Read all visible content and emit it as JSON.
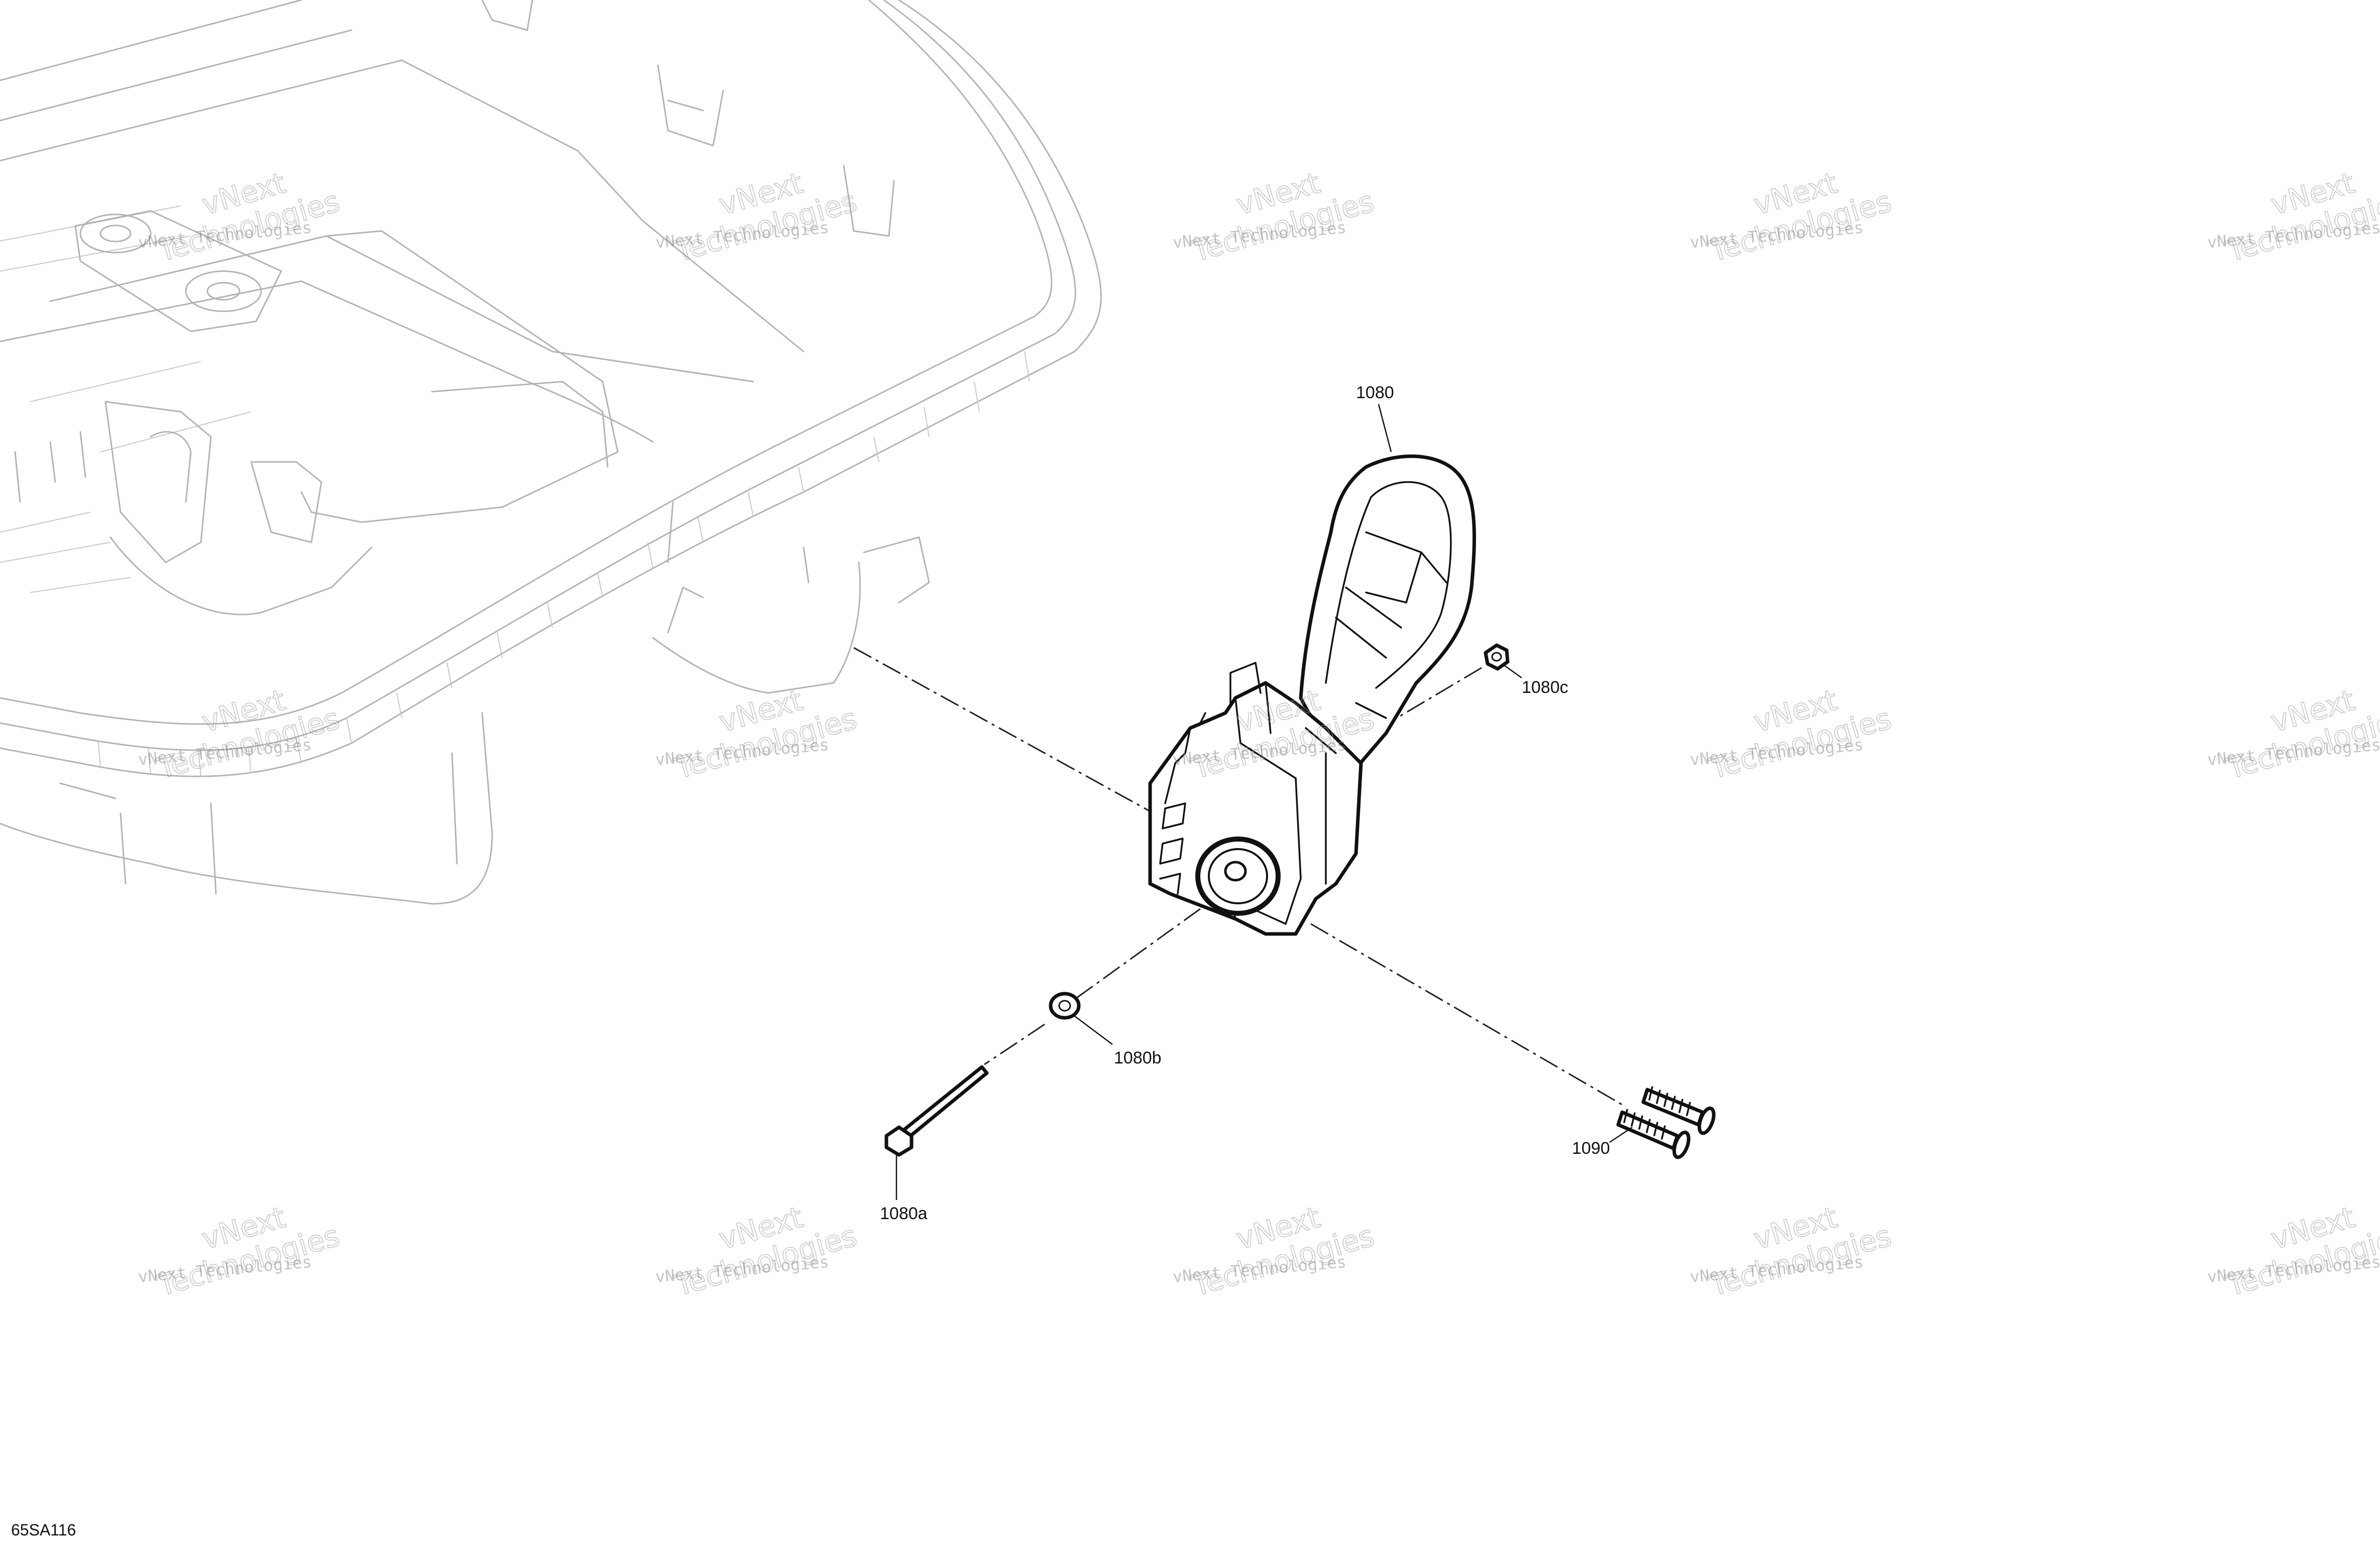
{
  "callouts": {
    "bracket": "1080",
    "nut": "1080c",
    "washer": "1080b",
    "bolt": "1080a",
    "screws": "1090"
  },
  "figure_id": "65SA116",
  "watermark": {
    "line1": "vNext Technologies",
    "line2": "Technologies",
    "line2_prefix": "vNext"
  },
  "colors": {
    "line": "#111111",
    "ghost_line": "#b4b4b4",
    "watermark": "#9a9a9a",
    "background": "#ffffff"
  }
}
